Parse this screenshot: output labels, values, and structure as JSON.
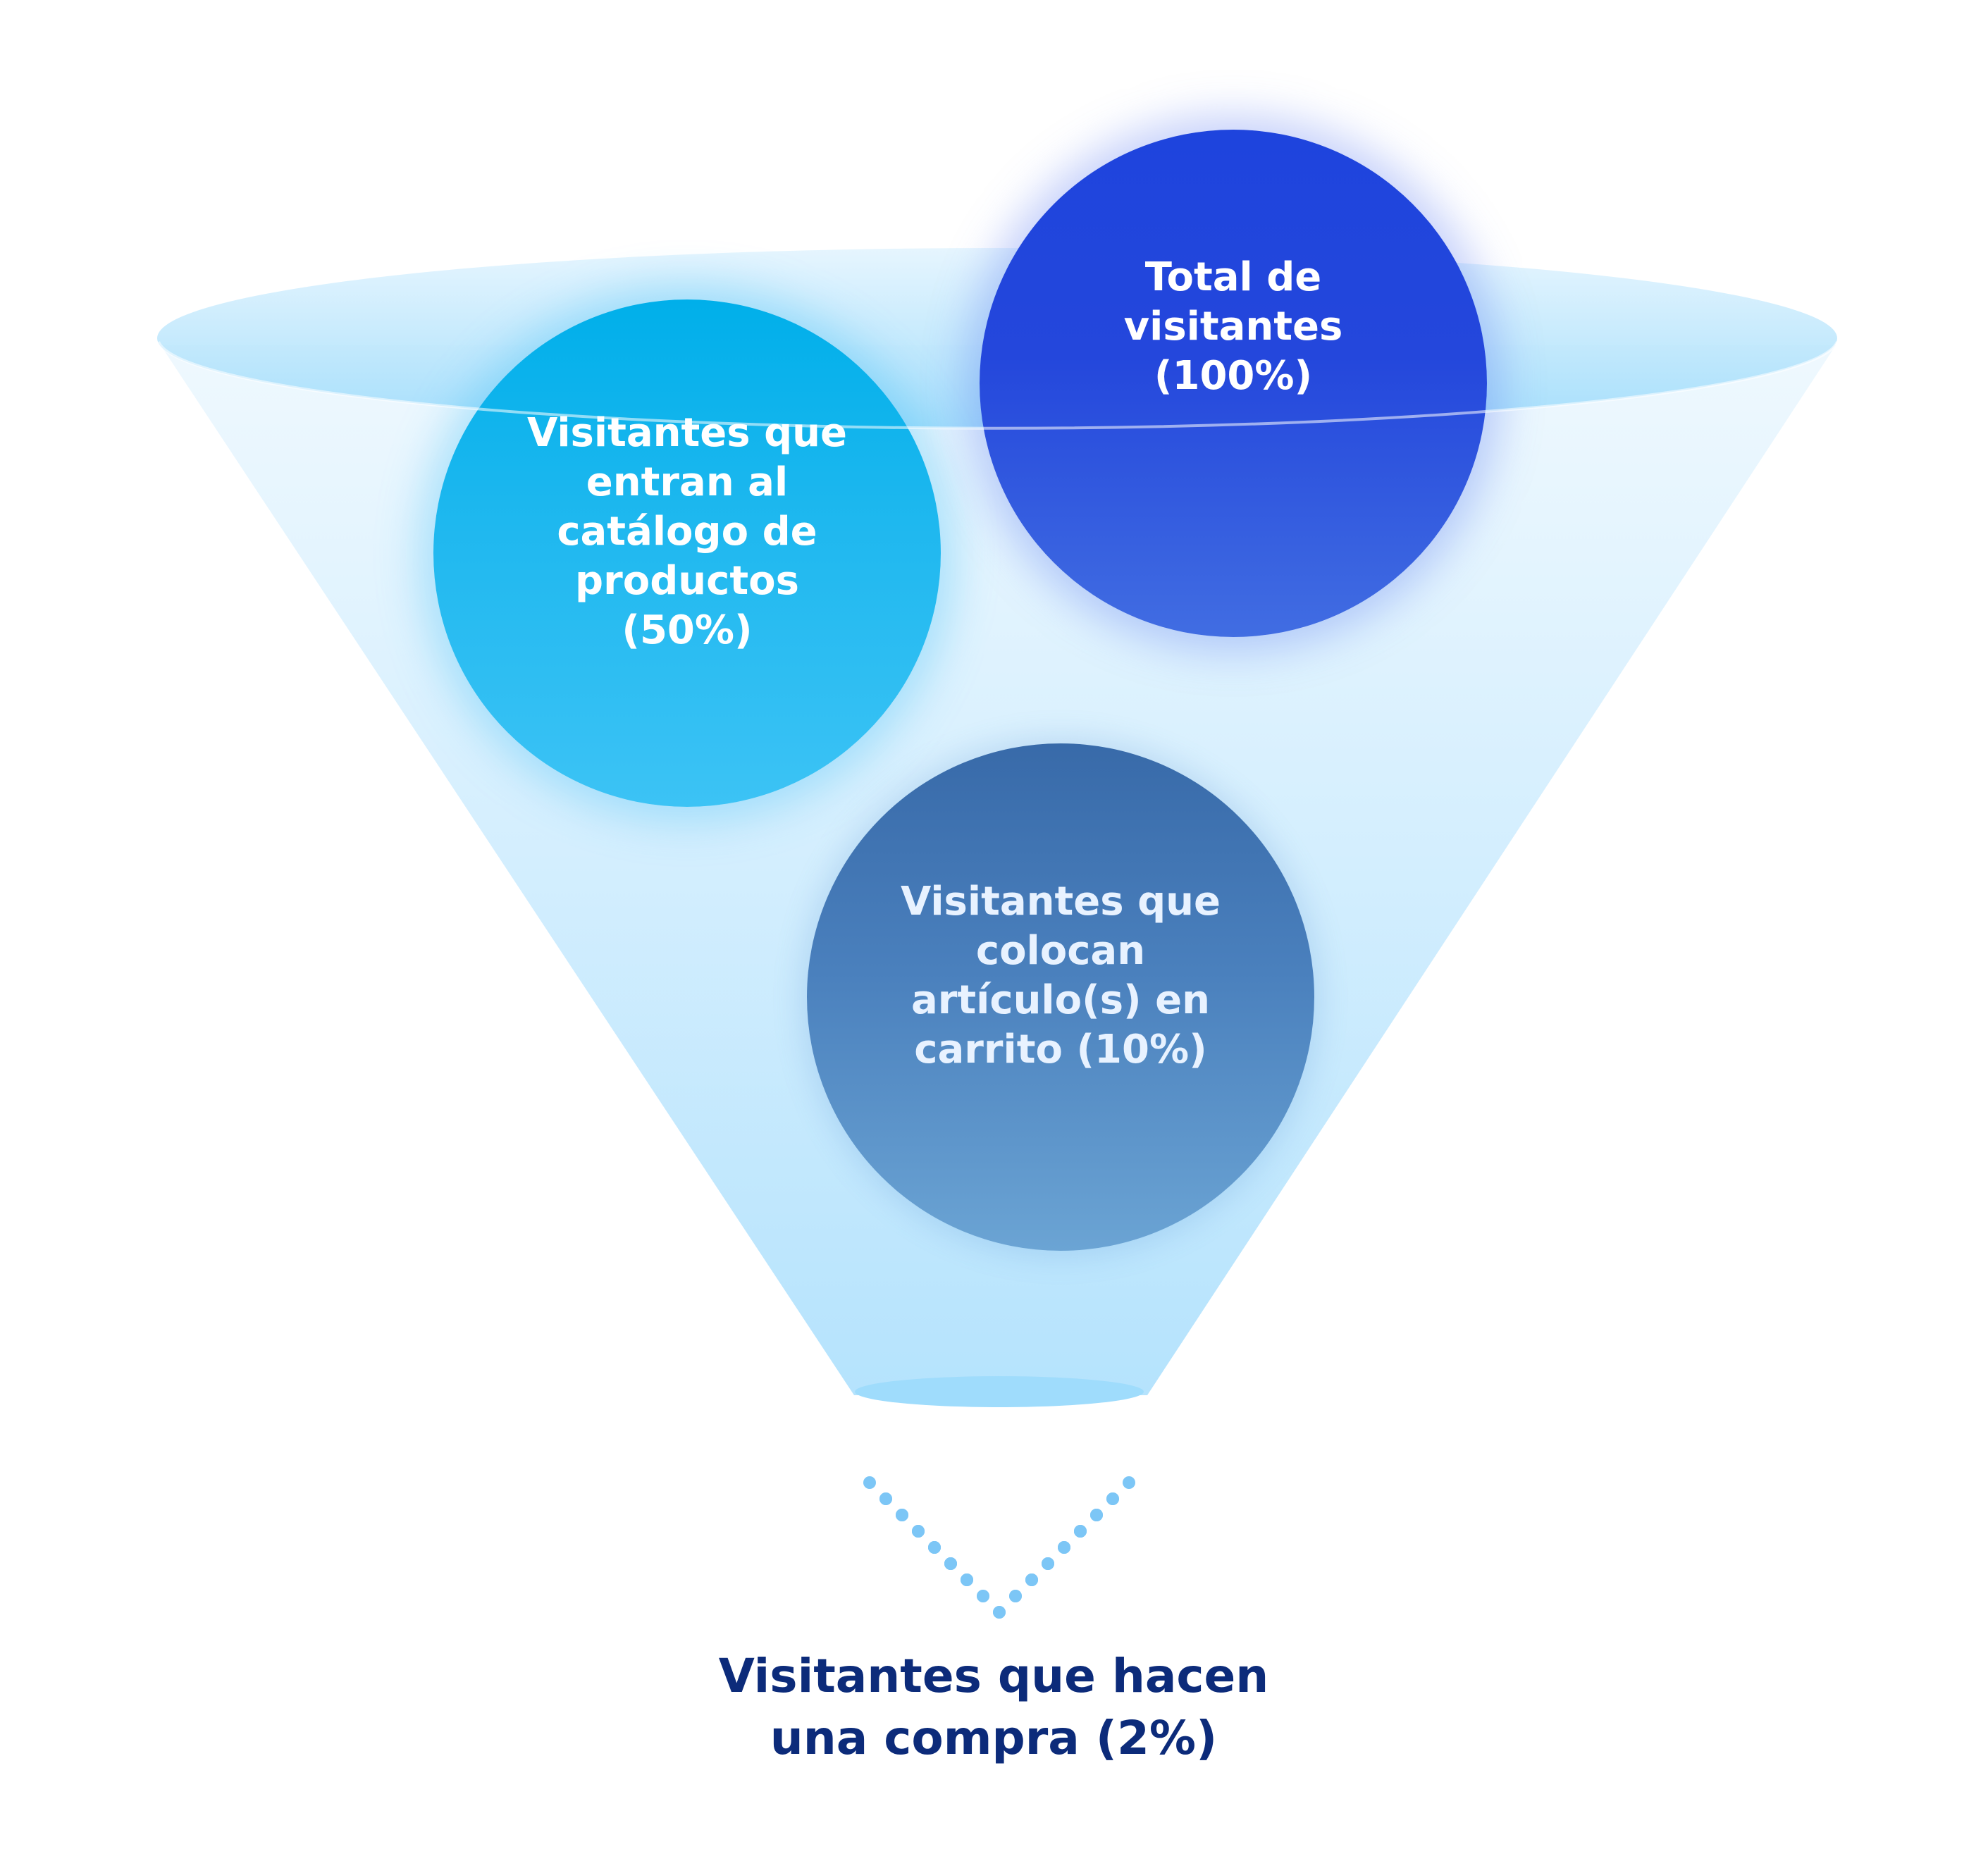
{
  "diagram": {
    "type": "funnel",
    "stages": [
      {
        "id": "total",
        "label": "Total de\nvisitantes\n(100%)",
        "percent": 100,
        "color": "#1f45dd"
      },
      {
        "id": "catalog",
        "label": "Visitantes que\nentran al\ncatálogo de\nproductos\n(50%)",
        "percent": 50,
        "color": "#1ab5ee"
      },
      {
        "id": "cart",
        "label": "Visitantes que\ncolocan\nartículo(s) en\ncarrito (10%)",
        "percent": 10,
        "color": "#4a7fbd"
      }
    ],
    "result": {
      "label": "Visitantes que hacen\nuna compra (2%)",
      "percent": 2,
      "color": "#0c2b7a"
    },
    "funnel_color": "#bfe8fd",
    "dot_color": "#7cc6f6",
    "icon": "chevron-down-dots-icon"
  }
}
